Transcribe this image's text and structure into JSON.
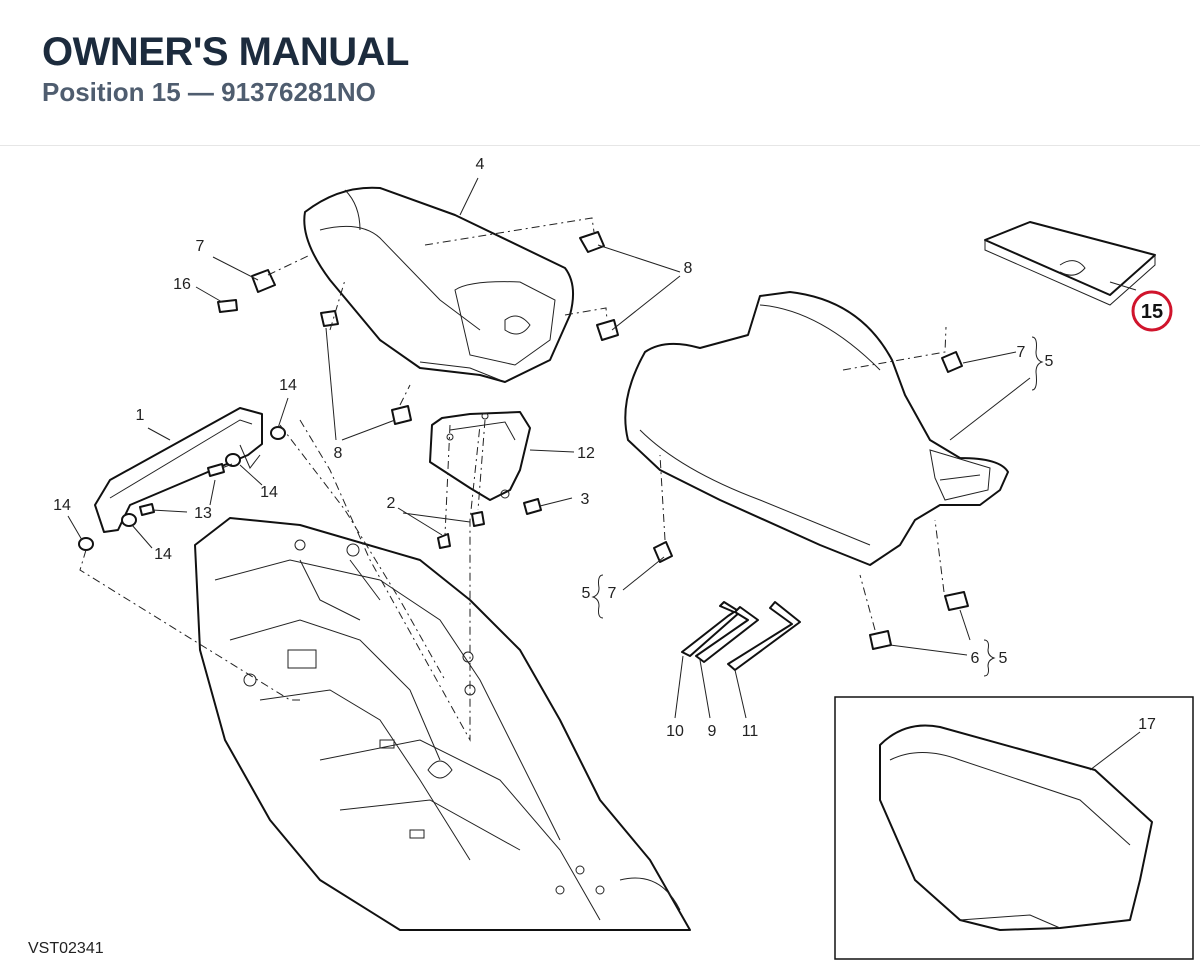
{
  "header": {
    "title": "OWNER'S MANUAL",
    "subtitle": "Position 15 — 91376281NO"
  },
  "diagram": {
    "code": "VST02341",
    "callouts": {
      "c1": "1",
      "c2": "2",
      "c3": "3",
      "c4": "4",
      "c5a": "5",
      "c5b": "5",
      "c5c": "5",
      "c6": "6",
      "c7a": "7",
      "c7b": "7",
      "c7c": "7",
      "c8a": "8",
      "c8b": "8",
      "c9": "9",
      "c10": "10",
      "c11": "11",
      "c12": "12",
      "c13": "13",
      "c14a": "14",
      "c14b": "14",
      "c14c": "14",
      "c14d": "14",
      "c15": "15",
      "c16": "16",
      "c17": "17"
    },
    "highlight_color": "#d0142c"
  }
}
